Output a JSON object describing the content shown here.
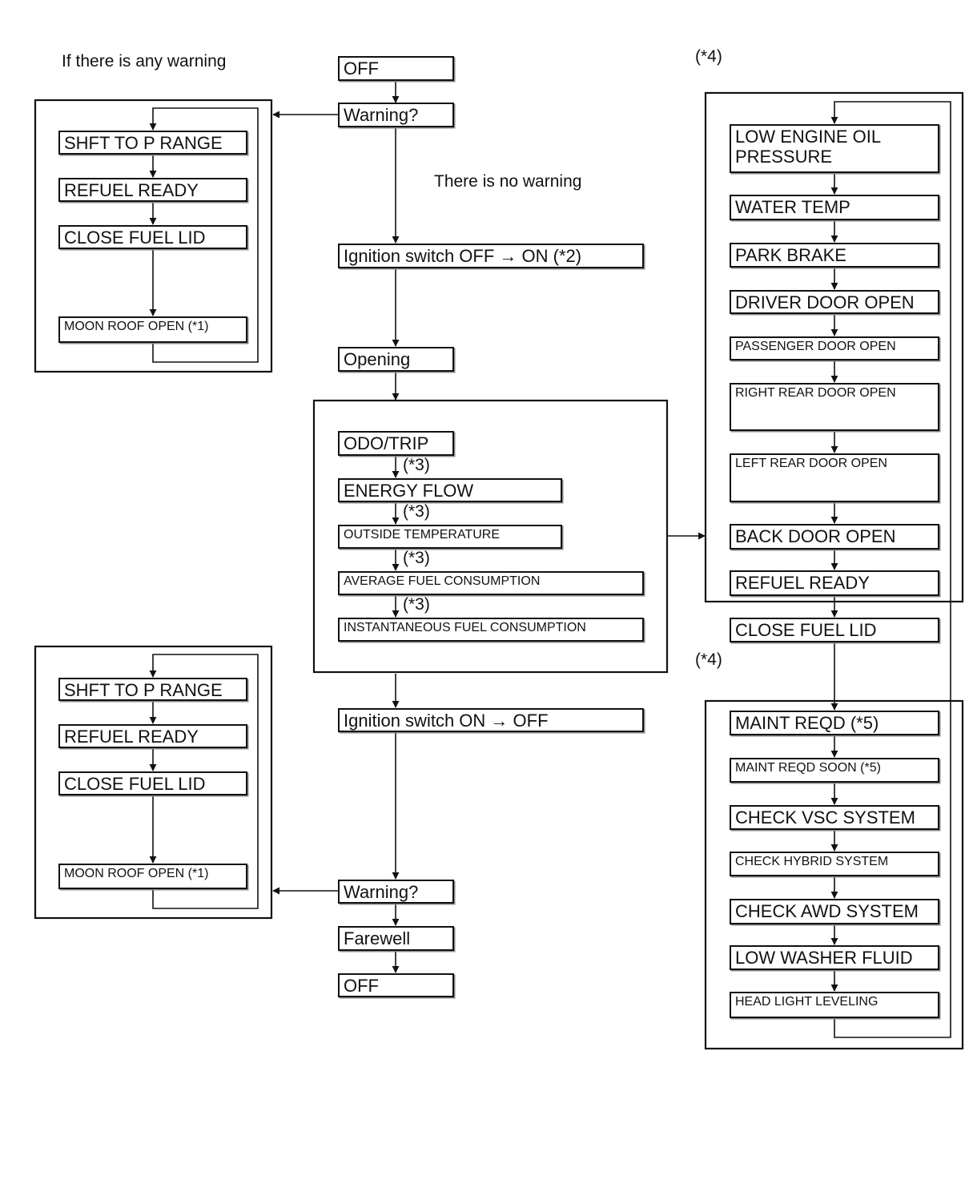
{
  "labels": {
    "if_warning": "If there is any warning",
    "no_warning": "There is no warning",
    "note4_top": "(*4)",
    "note4_bottom": "(*4)",
    "note3": "(*3)"
  },
  "center": {
    "off_top": "OFF",
    "warning_top": "Warning?",
    "ignition_on": "Ignition switch OFF → ON (*2)",
    "opening": "Opening",
    "odo_trip": "ODO/TRIP",
    "energy_flow": "ENERGY FLOW",
    "outside_temp": "OUTSIDE TEMPERATURE",
    "avg_fuel": "AVERAGE FUEL CONSUMPTION",
    "inst_fuel": "INSTANTANEOUS FUEL CONSUMPTION",
    "ignition_off": "Ignition switch ON → OFF",
    "warning_bottom": "Warning?",
    "farewell": "Farewell",
    "off_bottom": "OFF"
  },
  "left_top": {
    "shift": "SHFT TO P RANGE",
    "refuel": "REFUEL READY",
    "close_fuel": "CLOSE FUEL LID",
    "moon_roof": "MOON ROOF OPEN (*1)"
  },
  "left_bottom": {
    "shift": "SHFT TO P RANGE",
    "refuel": "REFUEL READY",
    "close_fuel": "CLOSE FUEL LID",
    "moon_roof": "MOON ROOF OPEN (*1)"
  },
  "right_top": {
    "low_oil": "LOW ENGINE OIL\nPRESSURE",
    "water_temp": "WATER TEMP",
    "park_brake": "PARK BRAKE",
    "driver_door": "DRIVER DOOR OPEN",
    "passenger_door": "PASSENGER DOOR OPEN",
    "right_rear_door": "RIGHT REAR DOOR OPEN",
    "left_rear_door": "LEFT REAR DOOR OPEN",
    "back_door": "BACK DOOR OPEN",
    "refuel": "REFUEL READY",
    "close_fuel": "CLOSE FUEL LID"
  },
  "right_bottom": {
    "maint_reqd": "MAINT REQD (*5)",
    "maint_soon": "MAINT REQD SOON (*5)",
    "check_vsc": "CHECK VSC SYSTEM",
    "check_hybrid": "CHECK HYBRID SYSTEM",
    "check_awd": "CHECK AWD SYSTEM",
    "low_washer": "LOW WASHER FLUID",
    "head_light": "HEAD LIGHT LEVELING"
  }
}
